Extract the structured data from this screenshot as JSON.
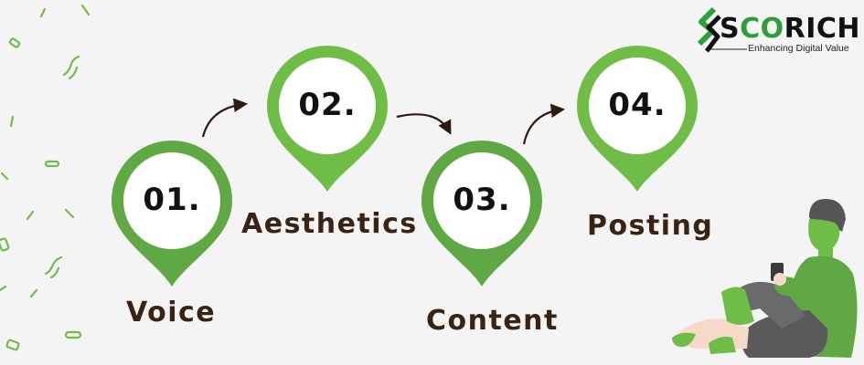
{
  "brand": {
    "name_prefix": "S",
    "name_accent": "CO",
    "name_suffix": "RICH",
    "tagline": "Enhancing Digital Value"
  },
  "steps": [
    {
      "number": "01.",
      "label": "Voice"
    },
    {
      "number": "02.",
      "label": "Aesthetics"
    },
    {
      "number": "03.",
      "label": "Content"
    },
    {
      "number": "04.",
      "label": "Posting"
    }
  ],
  "colors": {
    "pin_dark": "#5fa843",
    "pin_light": "#6fbd46",
    "arrow": "#2e1a0f",
    "label": "#3b2313",
    "brand_accent": "#2e9e3a"
  },
  "icons": [
    "scorich-logo-icon",
    "sitting-person-illustration",
    "confetti-decoration"
  ]
}
